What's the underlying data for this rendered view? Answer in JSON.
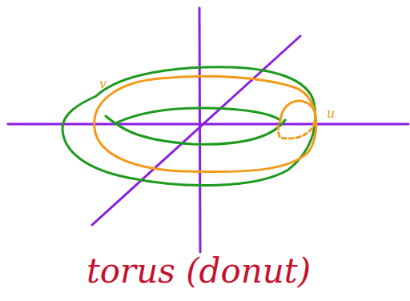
{
  "diagram": {
    "caption": "torus (donut)",
    "labels": [
      "v",
      "u"
    ]
  }
}
